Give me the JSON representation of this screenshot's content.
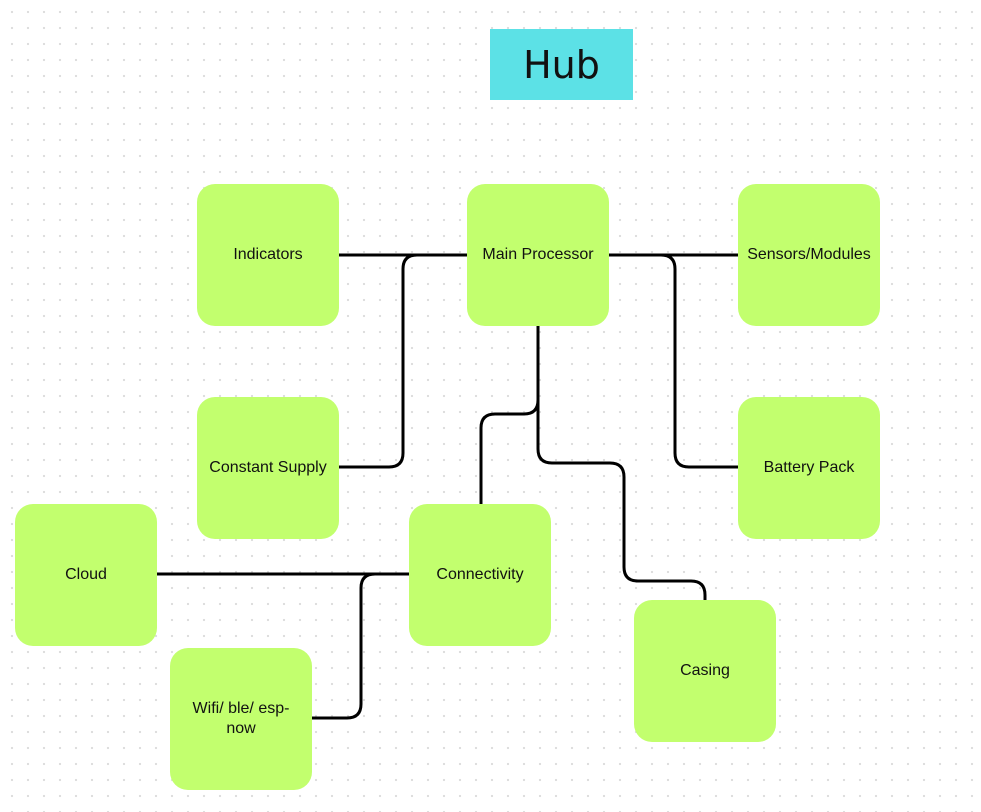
{
  "title": "Hub",
  "colors": {
    "title_bg": "#5ce1e6",
    "node_bg": "#c2ff6e",
    "line": "#000000"
  },
  "nodes": {
    "indicators": "Indicators",
    "main_processor": "Main Processor",
    "sensors_modules": "Sensors/Modules",
    "constant_supply": "Constant Supply",
    "battery_pack": "Battery Pack",
    "cloud": "Cloud",
    "connectivity": "Connectivity",
    "casing": "Casing",
    "wifi_ble_espnow": "Wifi/ ble/ esp-now"
  },
  "connections": [
    [
      "indicators",
      "main_processor"
    ],
    [
      "constant_supply",
      "main_processor"
    ],
    [
      "main_processor",
      "sensors_modules"
    ],
    [
      "main_processor",
      "battery_pack"
    ],
    [
      "main_processor",
      "connectivity"
    ],
    [
      "main_processor",
      "casing"
    ],
    [
      "cloud",
      "connectivity"
    ],
    [
      "wifi_ble_espnow",
      "connectivity"
    ]
  ]
}
